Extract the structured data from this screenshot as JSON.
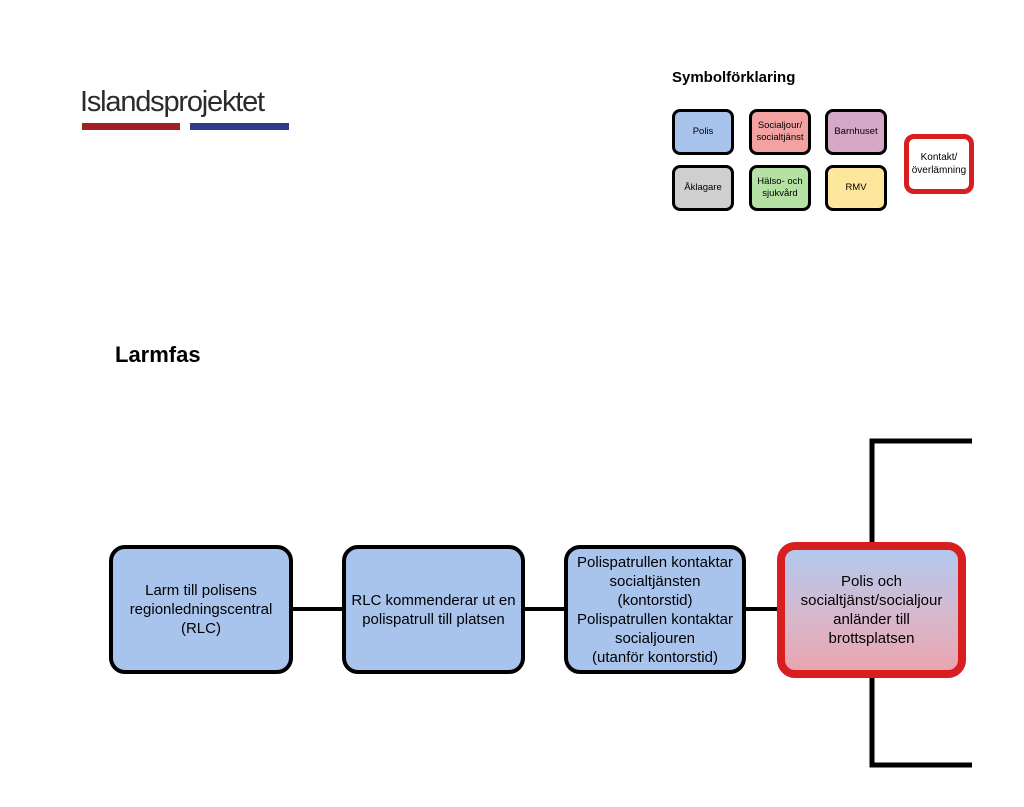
{
  "logo": {
    "text": "Islandsprojektet",
    "colors": {
      "bar_left": "#a31f24",
      "bar_right": "#2e3a8c"
    }
  },
  "legend": {
    "title": "Symbolförklaring",
    "items": [
      {
        "label": "Polis",
        "color": "#a8c4ec"
      },
      {
        "label": "Socialjour/\nsocialtjänst",
        "color": "#f2a3a1"
      },
      {
        "label": "Barnhuset",
        "color": "#d6a8c8"
      },
      {
        "label": "Åklagare",
        "color": "#cfcfcf"
      },
      {
        "label": "Hälso- och\nsjukvård",
        "color": "#b6e1a5"
      },
      {
        "label": "RMV",
        "color": "#fce79c"
      }
    ],
    "contact": {
      "label": "Kontakt/\növerlämning",
      "border_color": "#d81e1e"
    }
  },
  "phase": {
    "title": "Larmfas"
  },
  "steps": [
    {
      "label": "Larm till polisens\nregionledningscentral\n(RLC)"
    },
    {
      "label": "RLC kommenderar ut en\npolispatrull till platsen"
    },
    {
      "label": "Polispatrullen kontaktar\nsocialtjänsten\n(kontorstid)\nPolispatrullen kontaktar\nsocialjouren\n(utanför kontorstid)"
    },
    {
      "label": "Polis och\nsocialtjänst/socialjour\nanländer till\nbrottsplatsen"
    }
  ]
}
